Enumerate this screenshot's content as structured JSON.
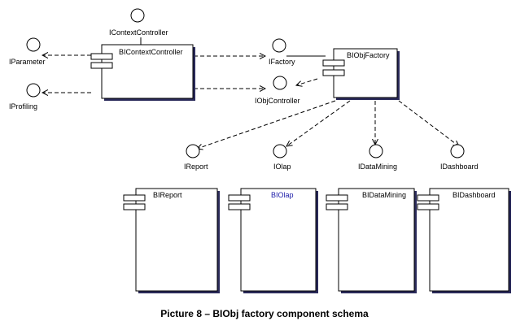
{
  "interfaces": {
    "icontextcontroller": "IContextController",
    "iparameter": "IParameter",
    "iprofiling": "IProfiling",
    "ifactory": "IFactory",
    "iobjcontroller": "IObjController",
    "ireport": "IReport",
    "iolap": "IOlap",
    "idatamining": "IDataMining",
    "idashboard": "IDashboard"
  },
  "components": {
    "bicontextcontroller": "BIContextController",
    "biobjfactory": "BIObjFactory",
    "bireport": "BIReport",
    "biolap": "BIOlap",
    "bidatamining": "BIDataMining",
    "bidashboard": "BIDashboard"
  },
  "colors": {
    "line": "#000000",
    "shadow": "#2a2a5a",
    "highlight_label": "#1a1aa8"
  },
  "caption": "Picture 8 – BIObj factory component schema"
}
